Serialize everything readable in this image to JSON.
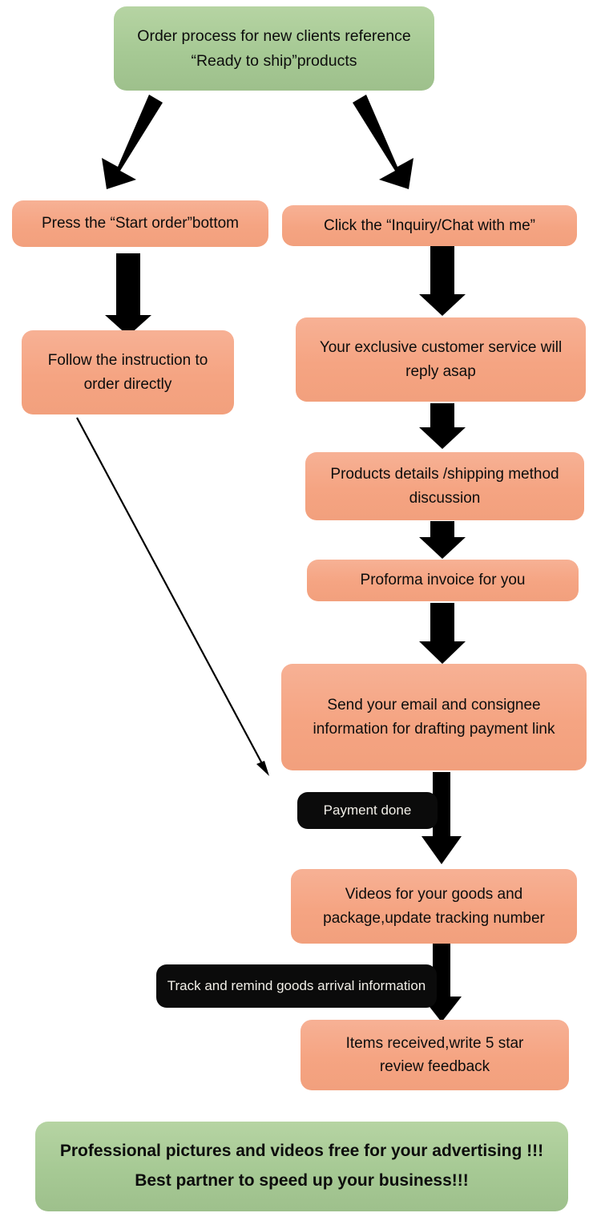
{
  "diagram": {
    "title_box": {
      "line1": "Order process for new clients reference",
      "line2": "“Ready to ship”products"
    },
    "left_branch": {
      "step1": "Press the “Start order”bottom",
      "step2_line1": "Follow the instruction to",
      "step2_line2": "order directly"
    },
    "right_branch": {
      "step1": "Click the “Inquiry/Chat with me”",
      "step2_line1": "Your exclusive customer service will",
      "step2_line2": "reply asap",
      "step3_line1": "Products details /shipping method",
      "step3_line2": "discussion",
      "step4": "Proforma invoice for you",
      "step5_line1": "Send your email and consignee",
      "step5_line2": "information for drafting payment link",
      "label_payment_done": "Payment done",
      "step6_line1": "Videos for your goods and",
      "step6_line2": "package,update tracking number",
      "label_track": "Track and remind goods arrival information",
      "step7_line1": "Items received,write 5 star",
      "step7_line2": "review feedback"
    },
    "footer_box": {
      "line1": "Professional pictures and videos free for your advertising !!!",
      "line2": "Best partner to speed up your business!!!"
    },
    "colors": {
      "green_fill": "#a6c994",
      "orange_fill": "#f5a482",
      "black_fill": "#0b0b0b",
      "arrow_stroke": "#000000",
      "text_dark": "#0d0d0d",
      "text_light": "#f2efe8",
      "background": "#ffffff"
    },
    "arrows": {
      "top_left_label": "thick-diagonal-arrow-down-left",
      "top_right_label": "thick-diagonal-arrow-down-right",
      "thin_diagonal_label": "thin-diagonal-arrow-to-payment-step",
      "vertical_label": "thick-vertical-arrow-down"
    }
  }
}
